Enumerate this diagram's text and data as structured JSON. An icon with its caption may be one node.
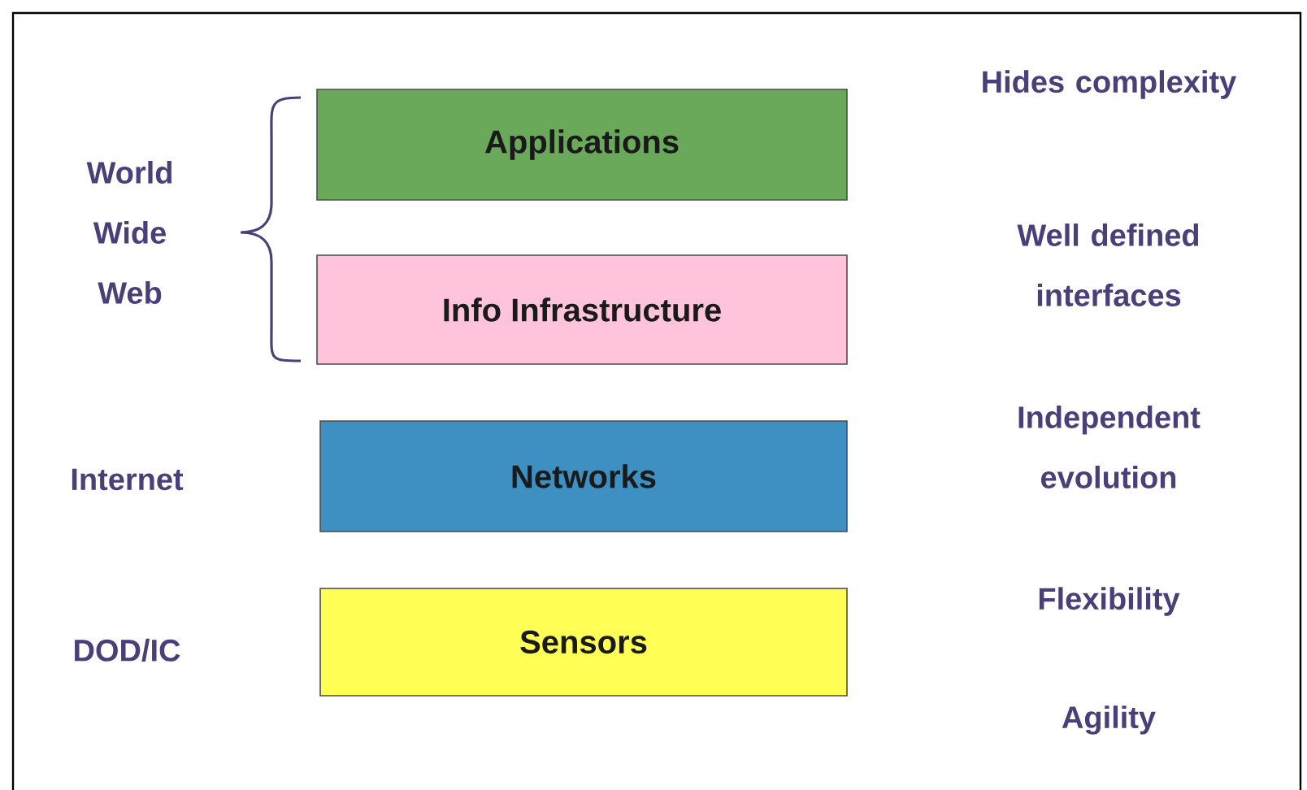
{
  "diagram": {
    "nodes": [
      {
        "text": [
          "Applications"
        ]
      },
      {
        "text": [
          "Info Infrastructure"
        ]
      },
      {
        "text": [
          "Networks"
        ]
      },
      {
        "text": [
          "Sensors"
        ]
      }
    ],
    "labels": [
      "World Wide Web",
      "Internet",
      "DOD/IC",
      "Hides complexity",
      "Well defined interfaces",
      "Independent evolution",
      "Flexibility",
      "Agility"
    ]
  }
}
